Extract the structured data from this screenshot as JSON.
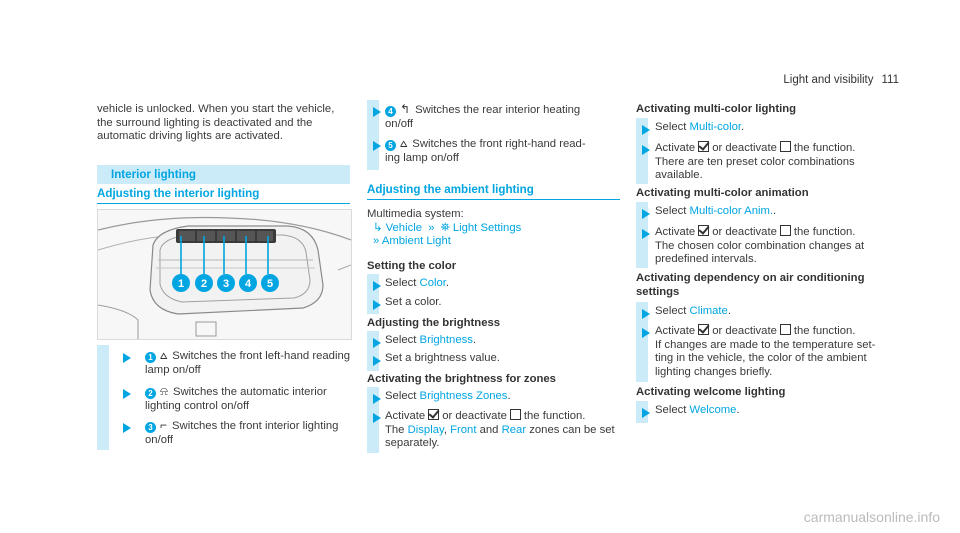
{
  "header": {
    "section": "Light and visibility",
    "page": "111"
  },
  "col1": {
    "intro": [
      "vehicle is unlocked. When you start the vehicle,",
      "the surround lighting is deactivated and the",
      "automatic driving lights are activated."
    ],
    "section_title": "Interior lighting",
    "subsection_title": "Adjusting the interior lighting",
    "photo_callouts": [
      "1",
      "2",
      "3",
      "4",
      "5"
    ],
    "items": [
      {
        "num": "1",
        "icon": "front-left-reading-lamp-icon",
        "glyph": "⩟",
        "lines": [
          "Switches the front left-hand reading",
          "lamp on/off"
        ]
      },
      {
        "num": "2",
        "icon": "auto-interior-lighting-icon",
        "glyph": "⍾",
        "lines": [
          "Switches the automatic interior",
          "lighting control on/off"
        ]
      },
      {
        "num": "3",
        "icon": "front-interior-lighting-icon",
        "glyph": "⌐",
        "lines": [
          "Switches the front interior lighting",
          "on/off"
        ]
      }
    ]
  },
  "col2": {
    "items": [
      {
        "num": "4",
        "icon": "rear-interior-heating-icon",
        "glyph": "↰",
        "lines": [
          "Switches the rear interior heating",
          "on/off"
        ]
      },
      {
        "num": "5",
        "icon": "front-right-reading-lamp-icon",
        "glyph": "⩟",
        "lines": [
          "Switches the front right-hand read-",
          "ing lamp on/off"
        ]
      }
    ],
    "ambient_title": "Adjusting the ambient lighting",
    "multimedia_label": "Multimedia system:",
    "path": {
      "vehicle": "Vehicle",
      "light_settings": "Light Settings",
      "ambient_light": "Ambient Light"
    },
    "setting_color": {
      "title": "Setting the color",
      "select_prefix": "Select",
      "select_link": "Color",
      "set_color": "Set a color."
    },
    "brightness": {
      "title": "Adjusting the brightness",
      "select_prefix": "Select",
      "select_link": "Brightness",
      "set": "Set a brightness value."
    },
    "zones": {
      "title": "Activating the brightness for zones",
      "select_prefix": "Select",
      "select_link": "Brightness Zones",
      "activate": "Activate",
      "or_deactivate": "or deactivate",
      "the_function": "the function.",
      "the": "The",
      "display": "Display",
      "front": "Front",
      "and": "and",
      "rear": "Rear",
      "rest": "zones can be set",
      "last": "separately."
    }
  },
  "col3": {
    "multi_color": {
      "title": "Activating multi-color lighting",
      "select_prefix": "Select",
      "select_link": "Multi-color",
      "activate": "Activate",
      "or_deactivate": "or deactivate",
      "the_function": "the function.",
      "lines": [
        "There are ten preset color combinations",
        "available."
      ]
    },
    "multi_anim": {
      "title": "Activating multi-color animation",
      "select_prefix": "Select",
      "select_link": "Multi-color Anim.",
      "activate": "Activate",
      "or_deactivate": "or deactivate",
      "the_function": "the function.",
      "lines": [
        "The chosen color combination changes at",
        "predefined intervals."
      ]
    },
    "climate": {
      "title_l1": "Activating dependency on air conditioning",
      "title_l2": "settings",
      "select_prefix": "Select",
      "select_link": "Climate",
      "activate": "Activate",
      "or_deactivate": "or deactivate",
      "the_function": "the function.",
      "lines": [
        "If changes are made to the temperature set-",
        "ting in the vehicle, the color of the ambient",
        "lighting changes briefly."
      ]
    },
    "welcome": {
      "title": "Activating welcome lighting",
      "select_prefix": "Select",
      "select_link": "Welcome"
    }
  },
  "footer": {
    "watermark": "carmanualsonline.info"
  },
  "colors": {
    "accent": "#00a5e2",
    "band": "#ccebf8"
  }
}
